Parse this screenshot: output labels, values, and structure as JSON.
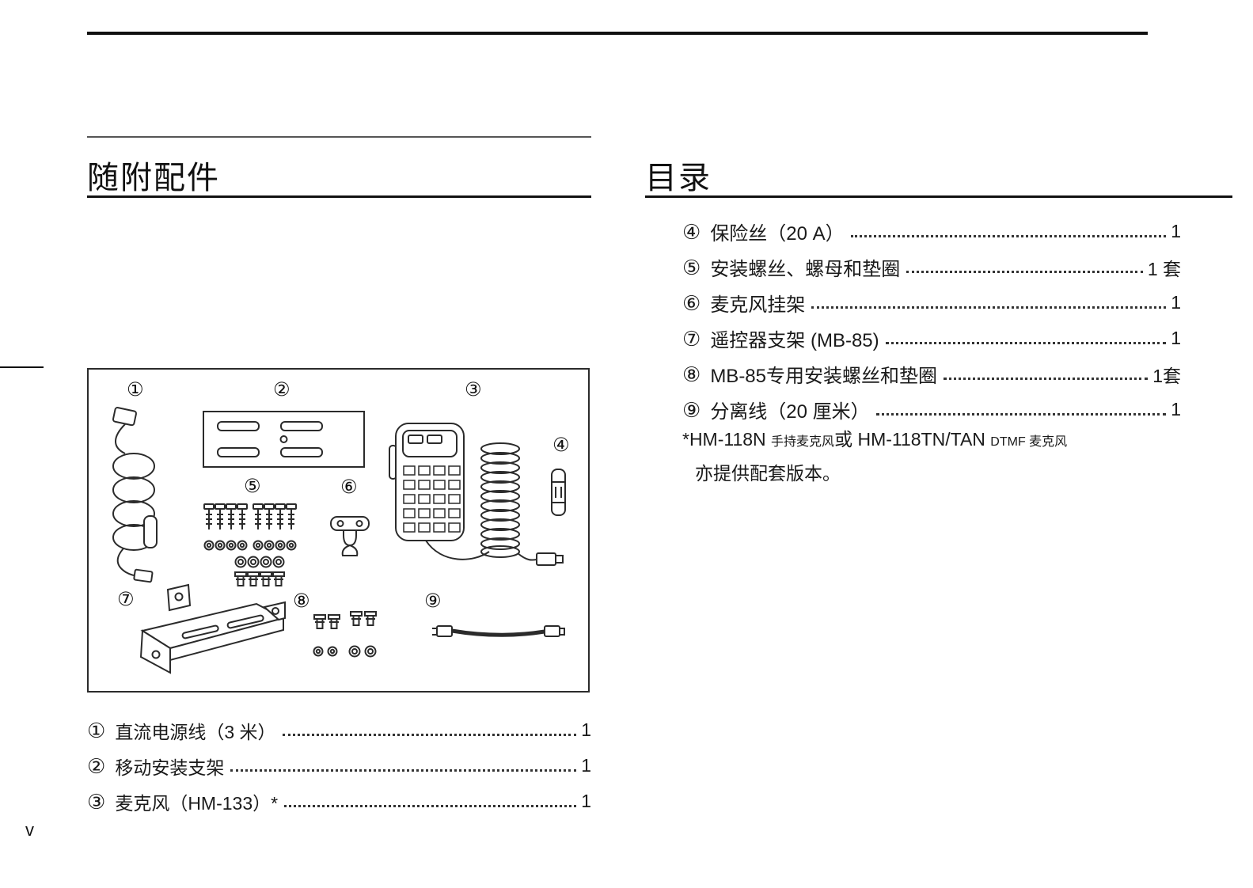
{
  "page": {
    "number": "v"
  },
  "accessories": {
    "title": "随附配件",
    "items": [
      {
        "num": "①",
        "label": "直流电源线（3 米）",
        "qty": "1"
      },
      {
        "num": "②",
        "label": "移动安装支架",
        "qty": "1"
      },
      {
        "num": "③",
        "label": "麦克风（HM-133）*",
        "qty": "1"
      }
    ]
  },
  "contents": {
    "title": "目录",
    "items": [
      {
        "num": "④",
        "label": "保险丝（20 A）",
        "qty": "1"
      },
      {
        "num": "⑤",
        "label": "安装螺丝、螺母和垫圈",
        "qty": "1 套"
      },
      {
        "num": "⑥",
        "label": "麦克风挂架",
        "qty": "1"
      },
      {
        "num": "⑦",
        "label": "遥控器支架 (MB-85)",
        "qty": "1"
      },
      {
        "num": "⑧",
        "label": "MB-85专用安装螺丝和垫圈",
        "qty": "1套"
      },
      {
        "num": "⑨",
        "label": "分离线（20 厘米）",
        "qty": "1"
      }
    ],
    "note": {
      "part1": "*HM-118N ",
      "part2": "手持麦克风",
      "part3": "或 HM-118TN/TAN ",
      "part4": "DTMF 麦克风",
      "line2": "亦提供配套版本。"
    }
  },
  "diagram": {
    "labels": [
      "①",
      "②",
      "③",
      "④",
      "⑤",
      "⑥",
      "⑦",
      "⑧",
      "⑨"
    ]
  }
}
